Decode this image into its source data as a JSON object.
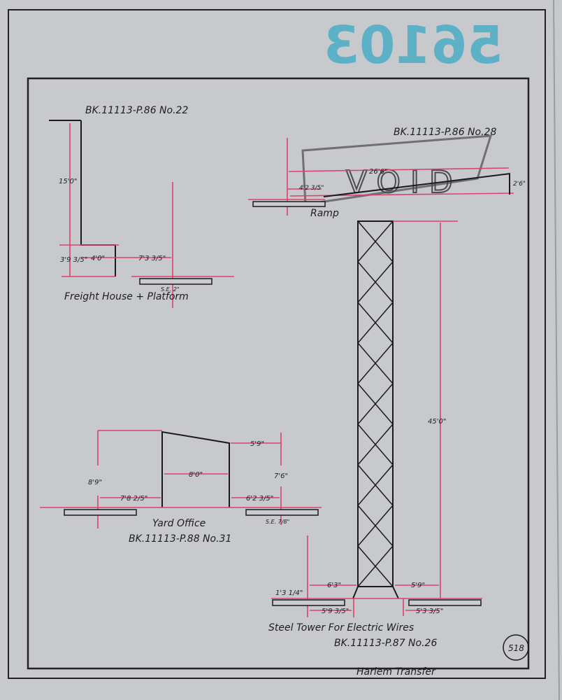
{
  "stamp_number": "56103",
  "sheet_number": "518",
  "footer_title": "Harlem Transfer",
  "colors": {
    "paper": "#c7c9cc",
    "ink": "#1b1b1f",
    "dimension": "#d8436a",
    "stamp": "#3aa9c4"
  },
  "freight_house": {
    "reference": "BK.11113-P.86 No.22",
    "title": "Freight House + Platform",
    "dims": {
      "height": "15'0\"",
      "step": "3'9 3/5\"",
      "floor": "4'0\"",
      "offset": "7'3 3/5\"",
      "rail": "S.E. 2\""
    }
  },
  "ramp": {
    "reference": "BK.11113-P.86 No.28",
    "title": "Ramp",
    "void_mark": "VOID",
    "dims": {
      "length": "26'6\"",
      "offset": "4'2 3/5\"",
      "rise": "2'6\""
    }
  },
  "yard_office": {
    "reference": "BK.11113-P.88 No.31",
    "title": "Yard Office",
    "dims": {
      "left_height": "8'9\"",
      "width": "8'0\"",
      "right_overhang": "5'9\"",
      "right_height": "7'6\"",
      "left_offset": "7'8 2/5\"",
      "right_offset": "6'2 3/5\"",
      "rail": "S.E. 7/8\""
    }
  },
  "steel_tower": {
    "reference": "BK.11113-P.87 No.26",
    "title": "Steel Tower For Electric Wires",
    "dims": {
      "height": "45'0\"",
      "left_base": "6'3\"",
      "right_base": "5'9\"",
      "rise": "1'3 1/4\"",
      "left_offset": "5'9 3/5\"",
      "right_offset": "5'3 3/5\""
    }
  }
}
